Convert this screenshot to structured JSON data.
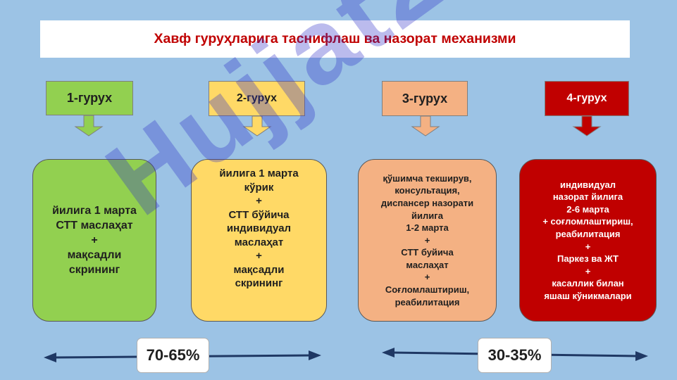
{
  "title": "Хавф гуруҳларига таснифлаш ва назорат механизми",
  "watermark": "Hujjat24",
  "colors": {
    "background": "#9cc3e5",
    "title_text": "#c00000",
    "group1": "#92d050",
    "group2": "#ffd966",
    "group3": "#f4b183",
    "group4": "#c00000",
    "arrow_line": "#1f3864"
  },
  "groups": [
    {
      "label": "1-гурух",
      "content": "йилига 1 марта\nСТТ маслаҳат\n+\nмақсадли\nскрининг"
    },
    {
      "label": "2-гурух",
      "content": "йилига 1 марта\nкўрик\n+\nСТТ бўйича\nиндивидуал\nмаслаҳат\n+\nмақсадли\nскрининг"
    },
    {
      "label": "3-гурух",
      "content": "қўшимча текширув,\nконсультация,\nдиспансер назорати\nйилига\n1-2 марта\n+\nСТТ буйича\nмаслаҳат\n+\nСоғломлаштириш,\nреабилитация"
    },
    {
      "label": "4-гурух",
      "content": "индивидуал\nназорат йилига\n2-6 марта\n+ соғломлаштириш,\nреабилитация\n+\nПаркез ва ЖТ\n+\nкасаллик билан\nяшаш кўникмалари"
    }
  ],
  "percentages": [
    {
      "label": "70-65%"
    },
    {
      "label": "30-35%"
    }
  ]
}
